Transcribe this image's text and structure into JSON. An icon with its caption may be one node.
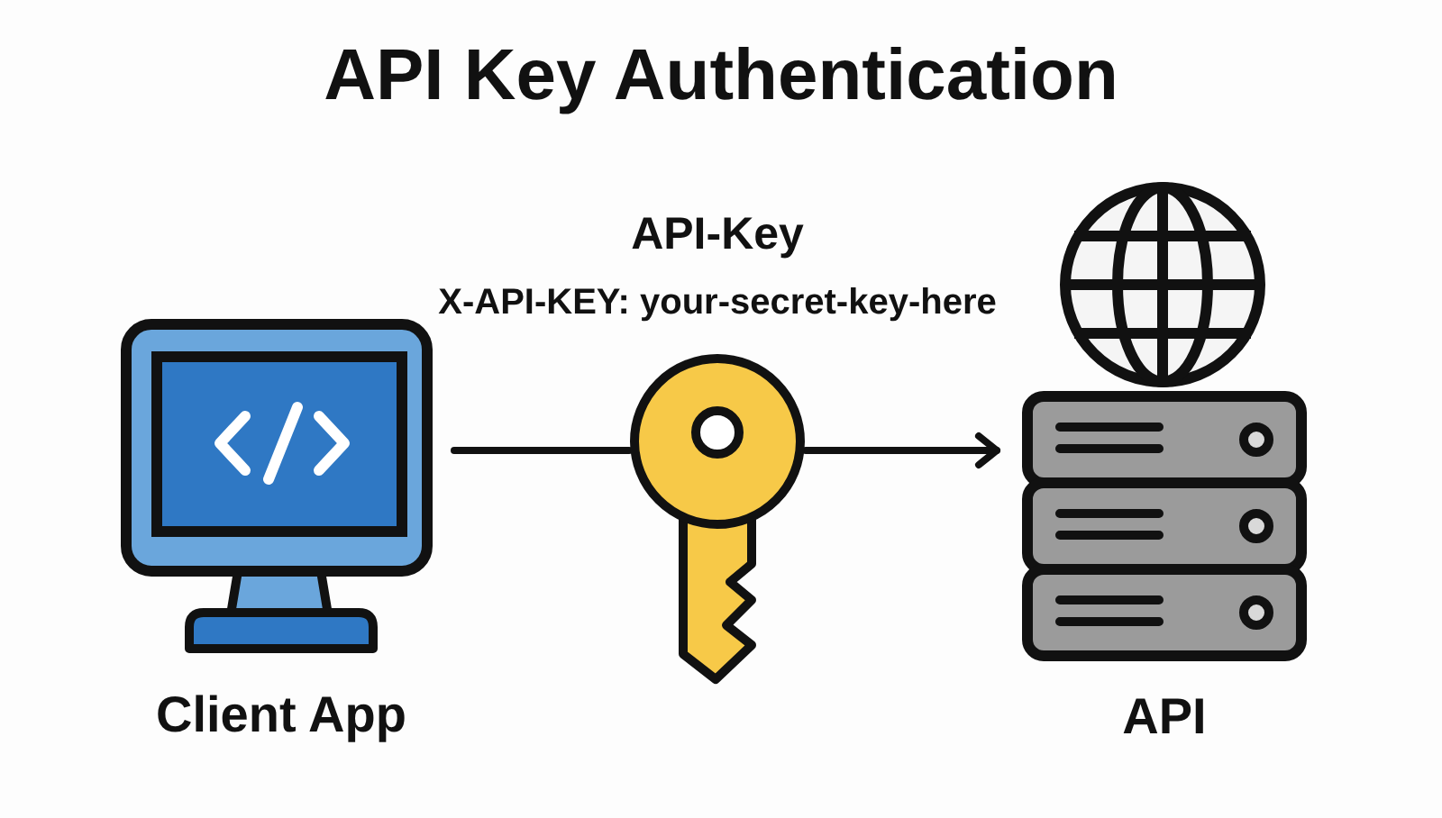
{
  "diagram": {
    "title": "API Key Authentication",
    "nodes": [
      {
        "text": [
          "Client App"
        ]
      },
      {
        "text": [],
        "shape": "picture",
        "beside": [
          "API-Key",
          "X-API-KEY: your-secret-key-here"
        ]
      },
      {
        "text": [
          "API"
        ]
      }
    ],
    "edges": [
      {
        "from": 0,
        "to": 1,
        "arrow": "none"
      },
      {
        "from": 1,
        "to": 2,
        "arrow": "to"
      }
    ]
  }
}
